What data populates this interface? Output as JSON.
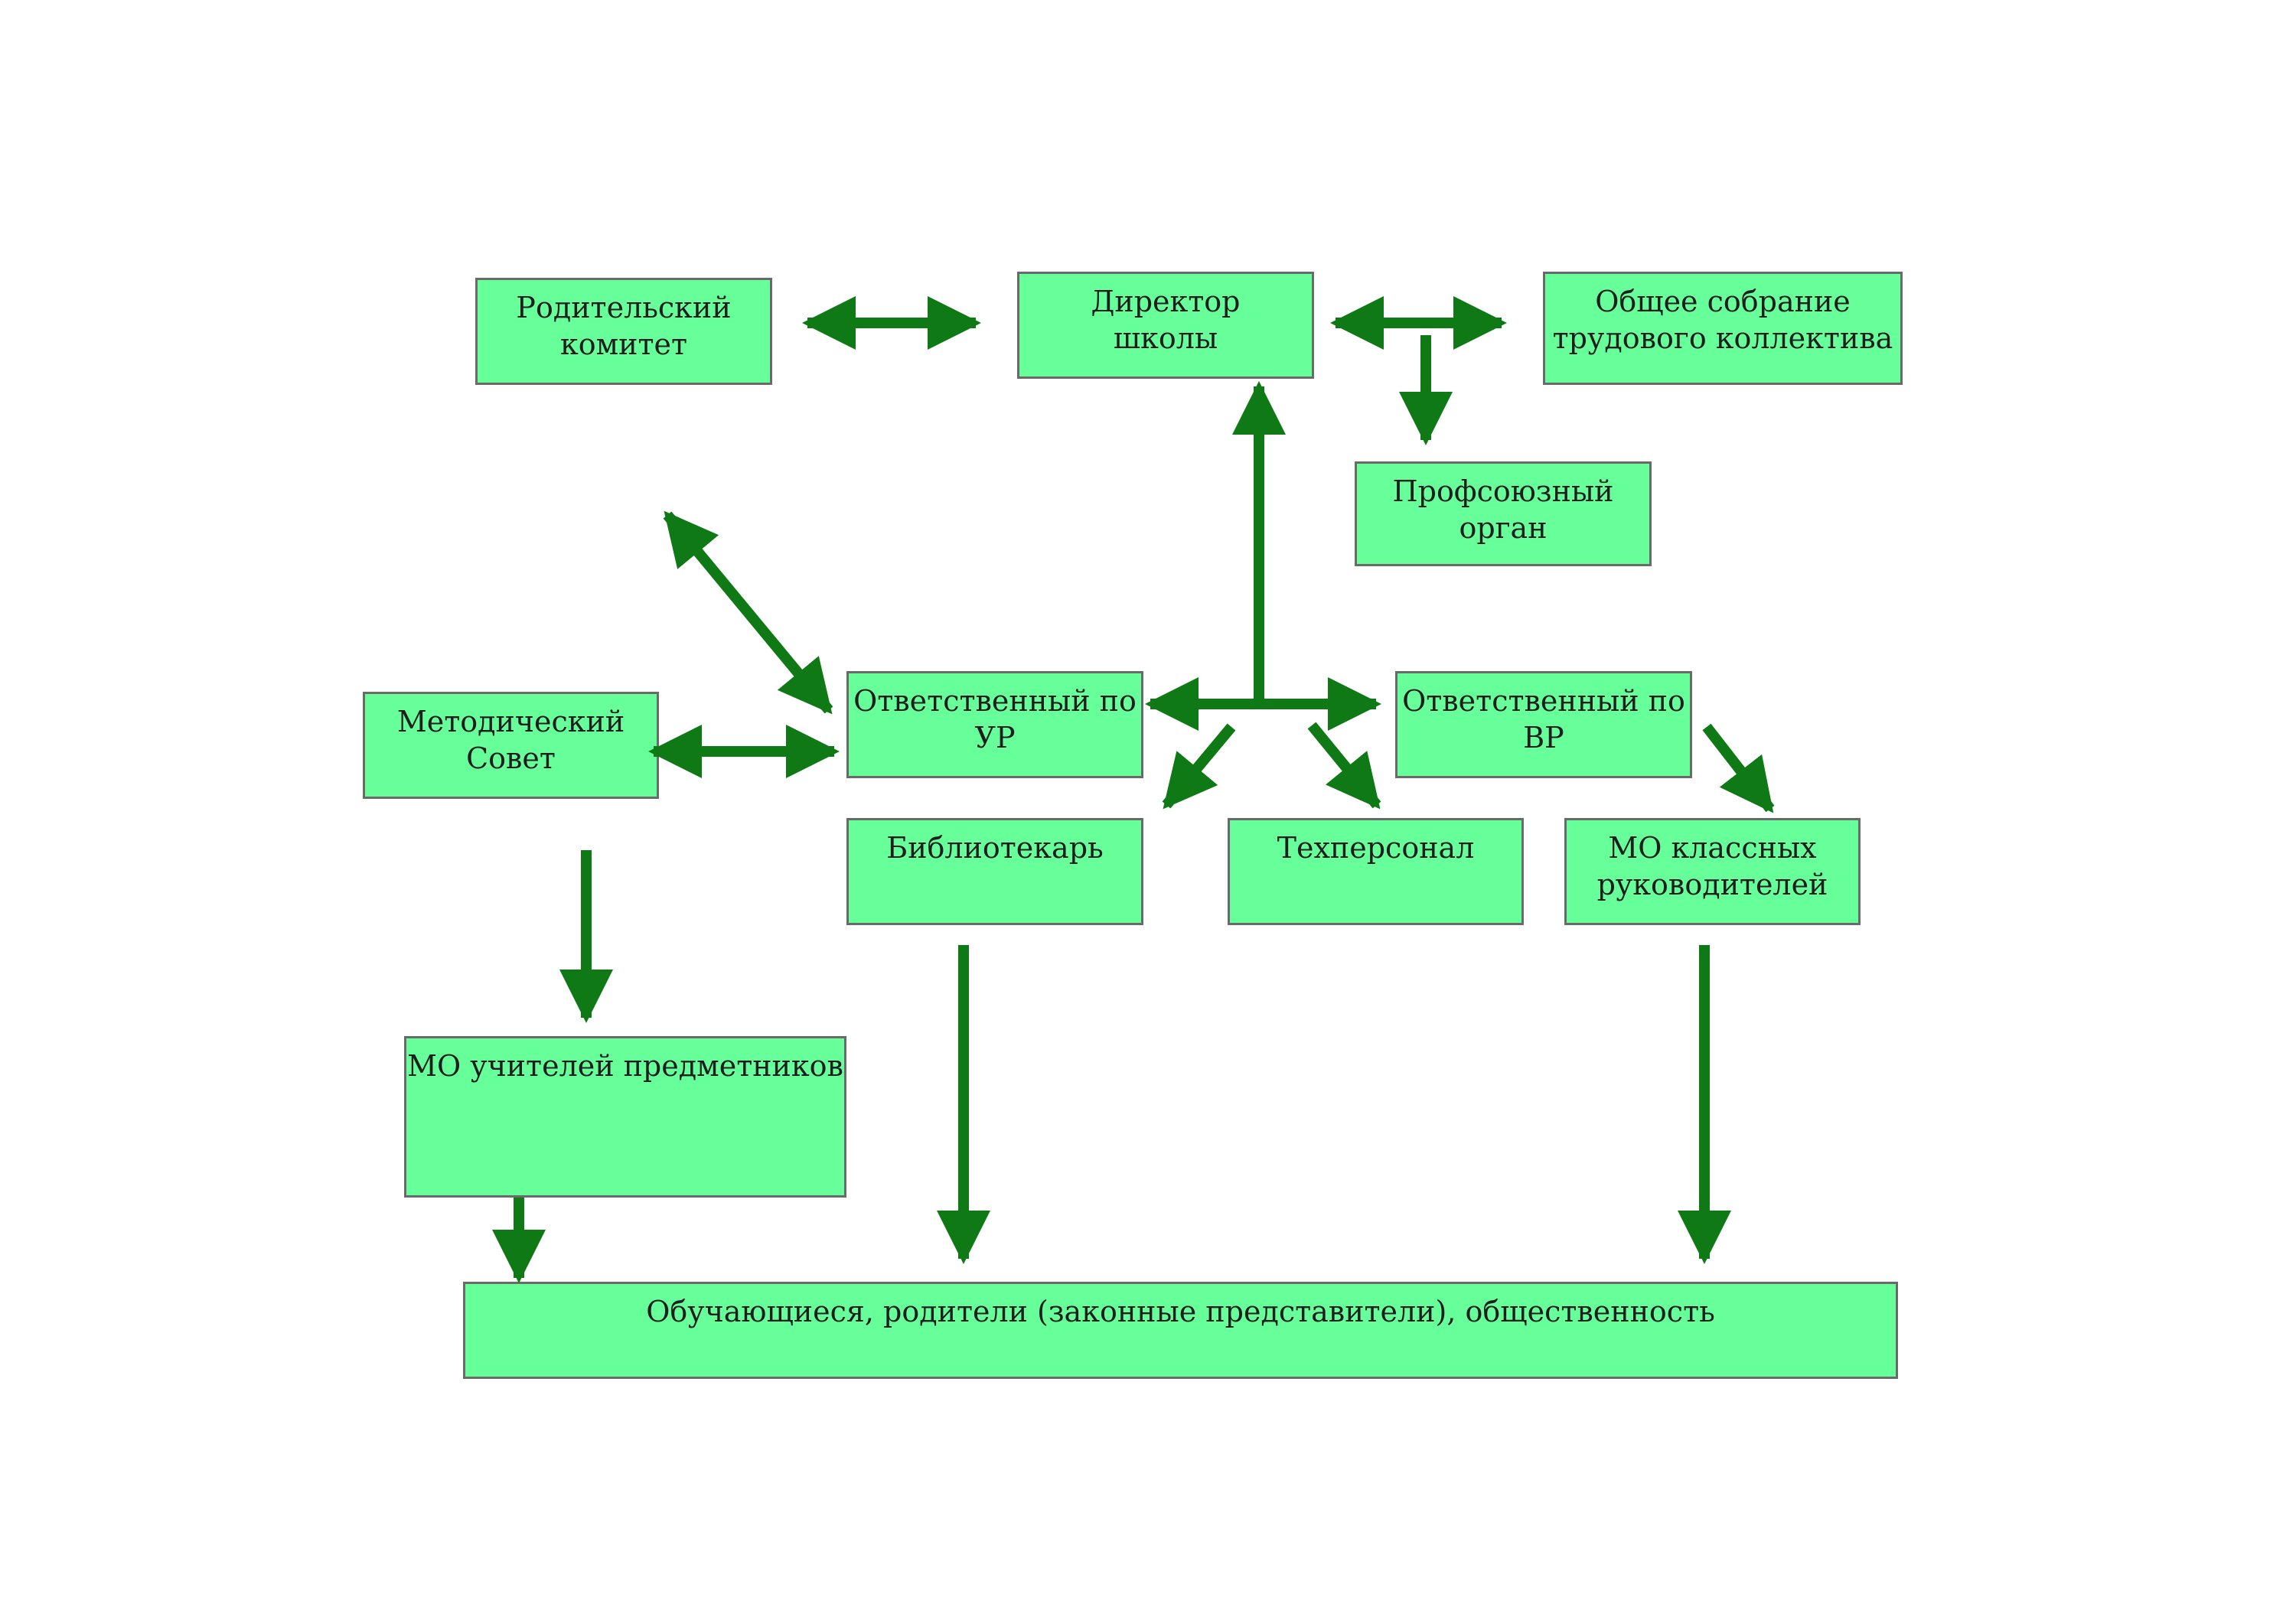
{
  "colors": {
    "box_fill": "#66ff99",
    "box_border": "#6a6a6a",
    "arrow": "#0f7a15",
    "background": "#ffffff"
  },
  "nodes": {
    "parent_committee": "Родительский\nкомитет",
    "director": "Директор\nшколы",
    "general_meeting": "Общее собрание\nтрудового коллектива",
    "trade_union": "Профсоюзный\nорган",
    "methodical_council": "Методический\nСовет",
    "deputy_ur": "Ответственный по\nУР",
    "deputy_vr": "Ответственный по\nВР",
    "librarian": "Библиотекарь",
    "tech_staff": "Техперсонал",
    "mo_class_teachers": "МО классных\nруководителей",
    "mo_subject_teachers": "МО учителей предметников",
    "students_parents": "Обучающиеся, родители (законные представители), общественность"
  }
}
